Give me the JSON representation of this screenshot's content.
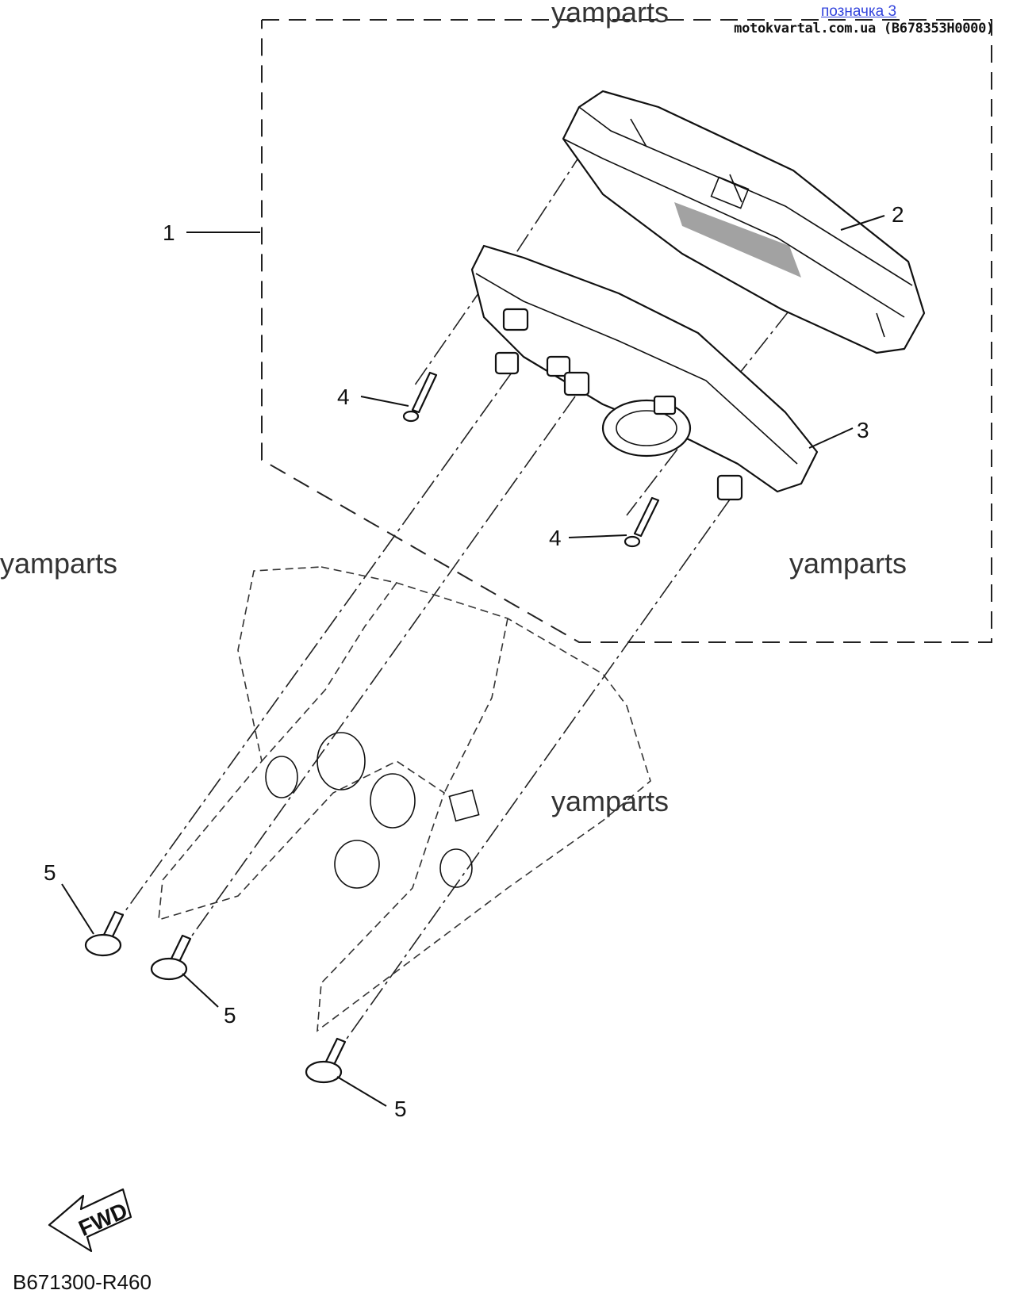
{
  "header": {
    "link_text": "позначка 3",
    "source_text": "motokvartal.com.ua (B678353H0000)"
  },
  "watermarks": [
    "yamparts",
    "yamparts",
    "yamparts",
    "yamparts"
  ],
  "callouts": [
    "1",
    "2",
    "3",
    "4",
    "4",
    "5",
    "5",
    "5"
  ],
  "fwd_label": "FWD",
  "reference_code": "B671300-R460",
  "colors": {
    "link": "#3344dd",
    "ink": "#111111"
  }
}
